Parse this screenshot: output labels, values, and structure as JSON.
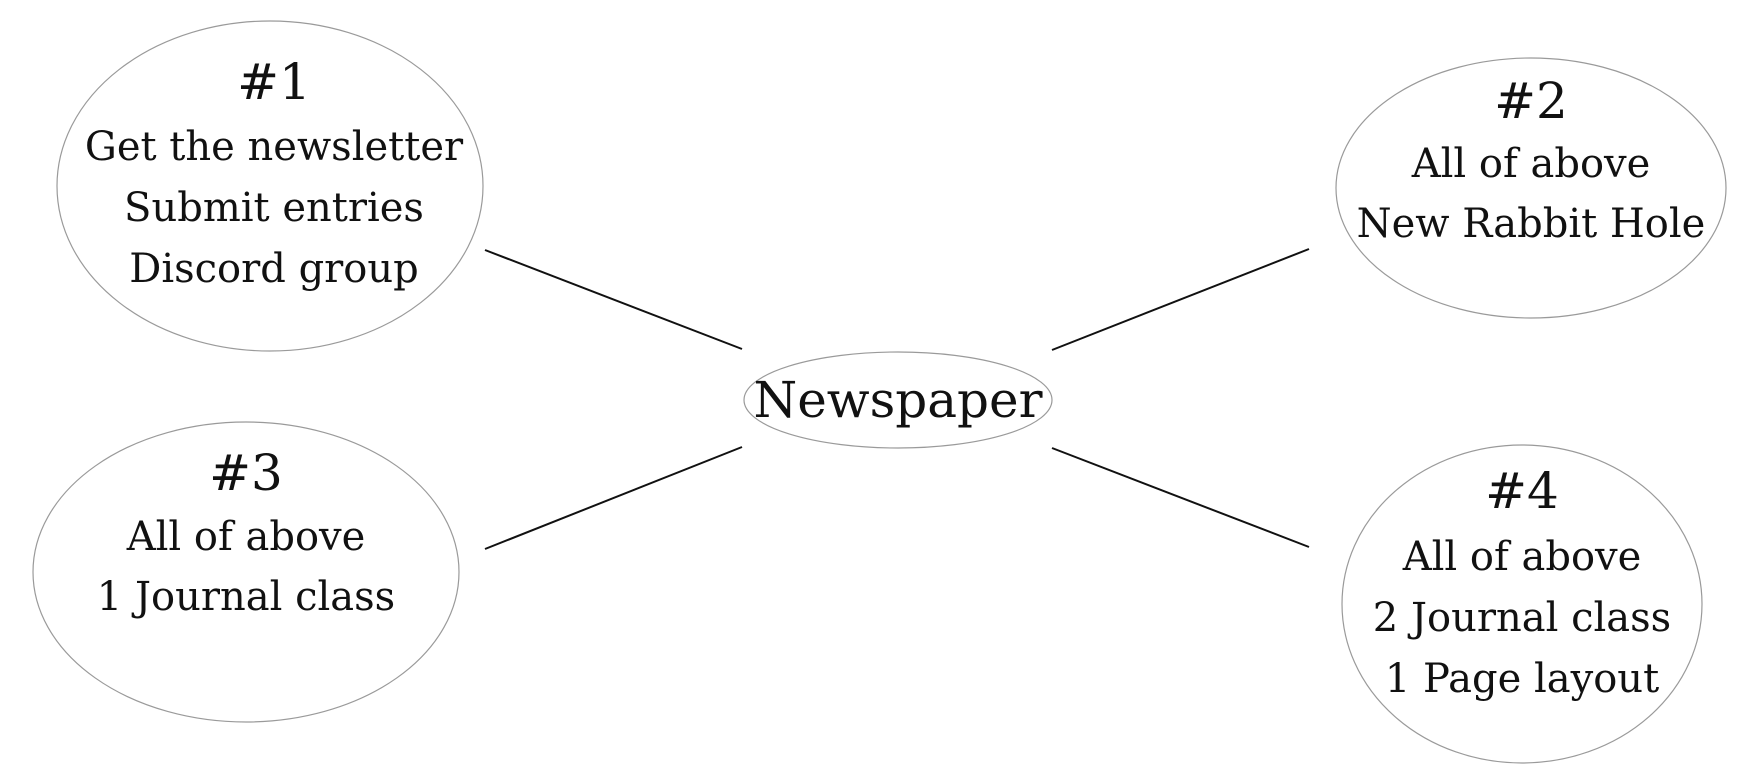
{
  "center": {
    "label": "Newspaper"
  },
  "tiers": [
    {
      "heading": "#1",
      "lines": [
        "Get the newsletter",
        "Submit entries",
        "Discord group"
      ]
    },
    {
      "heading": "#2",
      "lines": [
        "All of above",
        "New Rabbit Hole"
      ]
    },
    {
      "heading": "#3",
      "lines": [
        "All of above",
        "1 Journal class"
      ]
    },
    {
      "heading": "#4",
      "lines": [
        "All of above",
        "2 Journal class",
        "1 Page layout"
      ]
    }
  ]
}
